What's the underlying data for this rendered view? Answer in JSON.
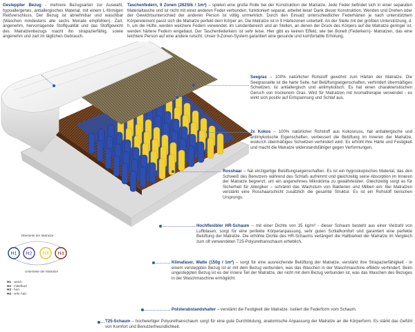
{
  "blocks": [
    {
      "id": "bezug",
      "title": "Gesteppter Bezug",
      "text": " - mehrere Bezugsarten zur Auswahl, hypoallergenes, antiallergisches Material, mit einem L-förmigen Reißverschluss. Der Bezug ist abnehmbar und waschbar (Waschen mindestens alle sechs Monate empfohlen). Zart, angenehm, hervorragende Stoffqualität und das Stoffgewicht des Matratzenbezugs macht ihn strapazierfähig, sowie angenehm und zart im täglichen Gebrauch."
    },
    {
      "id": "taschenfedern",
      "title": "Taschenfedern, 9 Zonen (262Stk / 1m²)",
      "text": " – spielen eine große Rolle bei der Konstruktion der Matratze. Jede Feder befindet sich in einer separaten Materialtasche und ist nicht mit einer anderen Feder verbunden, funktioniert separat, arbeitet leise! Dank dieser Konstruktion, Wenden und Drehen oder der Gewichtsunterschied der anderen Person ist völlig unmerklich. Durch den Einsatz unterschiedlicher Federhärten je nach unterstütztem Körperelement passt sich die Matratze perfekt dem Körper an. Die Matratze ist in 9 Härtezonen unterteilt. An der Stelle mit der größten Unterstützung, d. h. um die Hüfte, werden weichere Federn verwendet. Im Lendenbereich und an Stellen, an denen der Druck des Körpers auf die Matratze geringer ist, werden härtere Federn eingebaut. Der Taschenfederkern ist sehr leise. Hier gibt es keinen Effekt, wie bei Bonell (Federkern)- Matratzen, das eine leichtere Person auf eine andere rutscht. Unser 9-Zonen-System garantiert eine gesunde und komfortable Erholung."
    },
    {
      "id": "seegras",
      "title": "Seegras",
      "text": " – 100% natürlicher Rohstoff gewöhnt zum Härten der Matratze. Die Seegrasseite ist die harte Seite, hat Belüftungseigenschaften, verhindert übermäßiges Schwitzen, ist antiallergisch und antimykotisch. Es hat einen charakteristischen Geruch von trockenem Gras. Wird für Matratzen mit Aromatherapie verwendet - es wirkt sich positiv auf Entspannung und Schlaf aus."
    },
    {
      "id": "kokos",
      "title": "2x Kokos",
      "text": " – 100% natürlicher Rohstoff aus Kokosnuss, hat antiallergische und antimykotische Eigenschaften, verbessert die Belüftung im Inneren der Matratze, wodurch übermäßiges Schwitzen verhindert wird. Es erhöht ihre Härte und Festigkeit und macht die Matratze widerstandsfähiger gegen Verformungen."
    },
    {
      "id": "rosshaar",
      "title": "Rosshaar",
      "text": " – hat einzigartige Belüftungseigenschaften. Es ist ein hygroskopisches Material, das den Schweiß des Benutzers während des Schlafs aufnimmt und gleichzeitig seine Absorption im Inneren der Matratze begrenzt, um ein angenehmes Mikroklima zu gewährleisten. Gleichzeitig sorgt es für Sicherheit für Allergiker – schränkt das Wachstum von Bakterien und Milben ein. Bei Matratzen verstärkt eine Rosshaarschicht zusätzlich die gesamte Struktur. Es ist ein Rohstoff tierischen Ursprungs."
    },
    {
      "id": "hr",
      "title": "Hochflexibler HR-Schaum",
      "text": " – mit einer Dichte von 35 kg/m³ - dieser Schaum besteht aus einer Vielzahl von Luftblasen, sorgt für eine perfekte Körperanpassung, sehr guten Schlafkomfort und garantiert eine perfekte Belüftung der Matratze. Die erhöhte Dichte des HR-Schaums verlängert die Haltbarkeit der Matratze im Vergleich zum oft verwendeten T25-Polyurethanschaum erheblich."
    },
    {
      "id": "klimafaser",
      "title": "Klimafaser, Watte (150g / 1m²)",
      "text": " – sorgt für eine ausreichende Belüftung der Matratze, verstärkt ihre Strapazierfähigkeit - in einem versteppten Bezug ist er mit dem Bezug verbunden, was das Waschen in der Waschmaschine effektiv verhindert. Beim ungesteppten Bezug ist es der innere Teil der Matratze, der nicht mit dem Bezug verbunden ist, was das Waschen des Bezuges in der Waschmaschine ermöglicht."
    },
    {
      "id": "polster",
      "title": "Polsterabstandshalter",
      "text": " – verstärkt die Festigkeit der Matratze. Isoliert die Federform vom Schaum."
    },
    {
      "id": "t25",
      "title": "T25-Schaum",
      "text": " – hochwertiger Polyurethanschaum sorgt für eine gute Durchblutung, anatomische Anpassung der Matratze an die Körperform. Es stärkt das Gefühl von Komfort und Benutzerfreundlichkeit."
    }
  ],
  "hardness": {
    "top_label": "Oberseite der Matratze",
    "bottom_label": "Unterseite der Matratze",
    "circles": [
      {
        "label": "H1",
        "color": "#1f3f7f"
      },
      {
        "label": "H2",
        "color": "#3a3aa8"
      },
      {
        "label": "H3",
        "color": "#e8c21a"
      },
      {
        "label": "H4",
        "color": "#7a2a1a"
      }
    ],
    "legend": [
      {
        "code": "H1",
        "desc": " - weich"
      },
      {
        "code": "H2",
        "desc": " - mittelhart"
      },
      {
        "code": "H3",
        "desc": " - hart"
      },
      {
        "code": "H4",
        "desc": " - sehr hart"
      }
    ]
  },
  "colors": {
    "title_blue": "#1f3f7f",
    "spring_blue": "#2c4fb0",
    "spring_yellow": "#f2d232",
    "coconut_brown": "#6b3d1f",
    "seagrass": "#8a7a58"
  }
}
